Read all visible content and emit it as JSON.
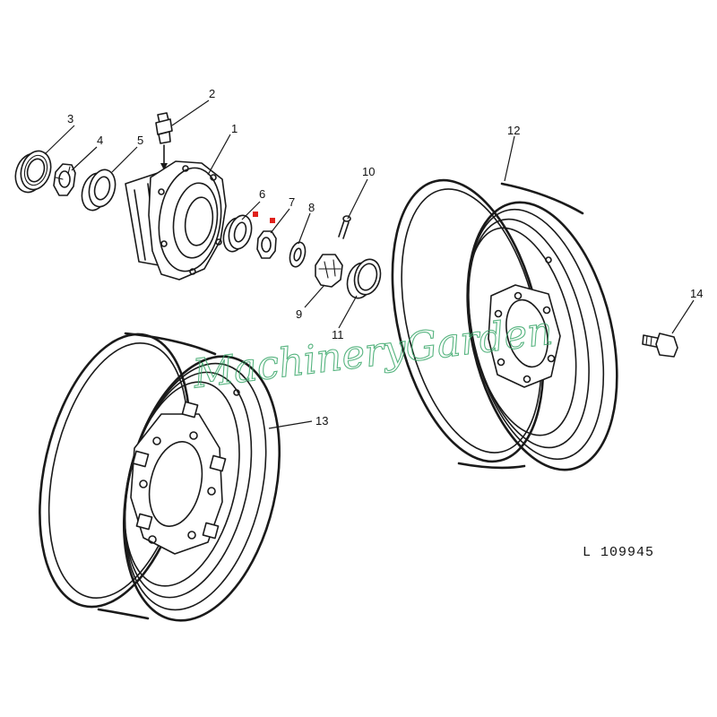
{
  "diagram": {
    "watermark": "MachineryGarden",
    "reference": "L 109945",
    "callouts": {
      "p1": "1",
      "p2": "2",
      "p3": "3",
      "p4": "4",
      "p5": "5",
      "p6": "6",
      "p7": "7",
      "p8": "8",
      "p9": "9",
      "p10": "10",
      "p11": "11",
      "p12": "12",
      "p13": "13",
      "p14": "14"
    },
    "marker_color": "#e0201b",
    "watermark_color": "#3aa86a"
  }
}
